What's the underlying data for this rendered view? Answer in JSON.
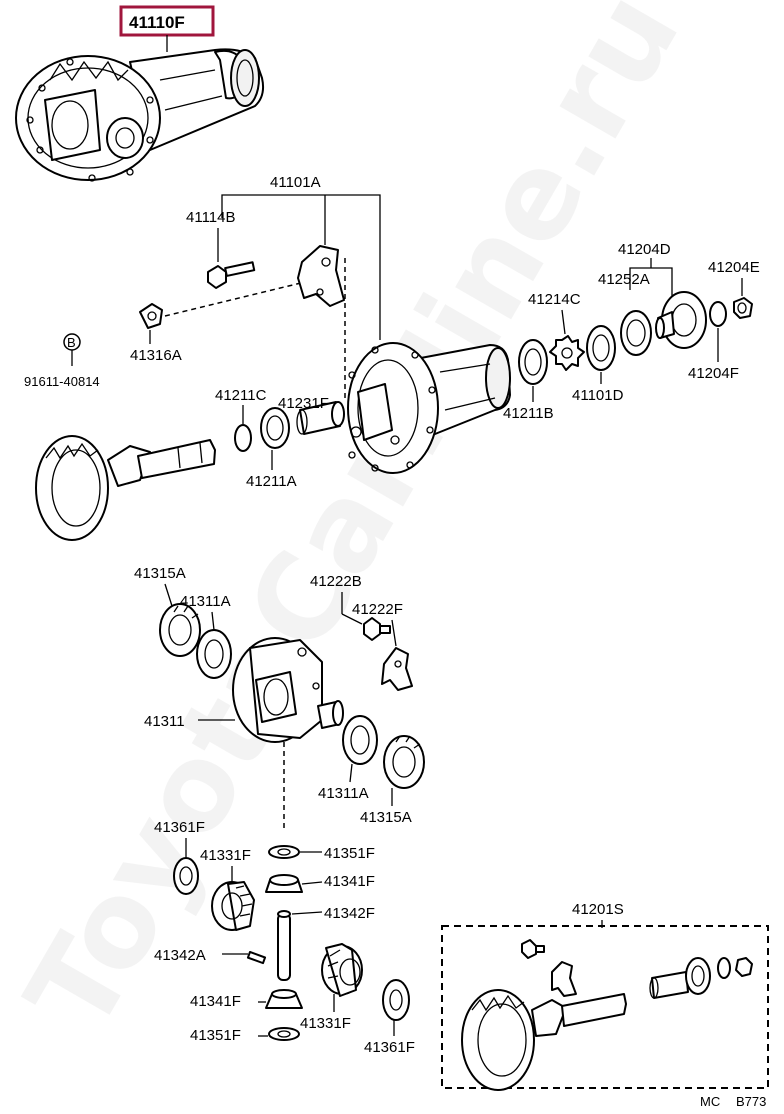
{
  "watermark": "ToyotaCarMine.ru",
  "highlight_color": "#a0163c",
  "highlighted_part": "41110F",
  "footer": {
    "code": "MC",
    "ref": "B773"
  },
  "symbol": {
    "mark": "B",
    "part": "91611-40814"
  },
  "labels": {
    "p41101A": "41101A",
    "p41114B": "41114B",
    "p41316A": "41316A",
    "p41204D": "41204D",
    "p41252A": "41252A",
    "p41204E": "41204E",
    "p41214C": "41214C",
    "p41101D": "41101D",
    "p41204F": "41204F",
    "p41211B": "41211B",
    "p41231F": "41231F",
    "p41211C": "41211C",
    "p41211A": "41211A",
    "p41315A_top": "41315A",
    "p41311A_top": "41311A",
    "p41222B": "41222B",
    "p41222F": "41222F",
    "p41311": "41311",
    "p41311A_bot": "41311A",
    "p41315A_bot": "41315A",
    "p41361F_top": "41361F",
    "p41331F_top": "41331F",
    "p41351F_top": "41351F",
    "p41341F_top": "41341F",
    "p41342F": "41342F",
    "p41342A": "41342A",
    "p41341F_bot": "41341F",
    "p41331F_bot": "41331F",
    "p41351F_bot": "41351F",
    "p41361F_bot": "41361F",
    "p41201S": "41201S"
  }
}
